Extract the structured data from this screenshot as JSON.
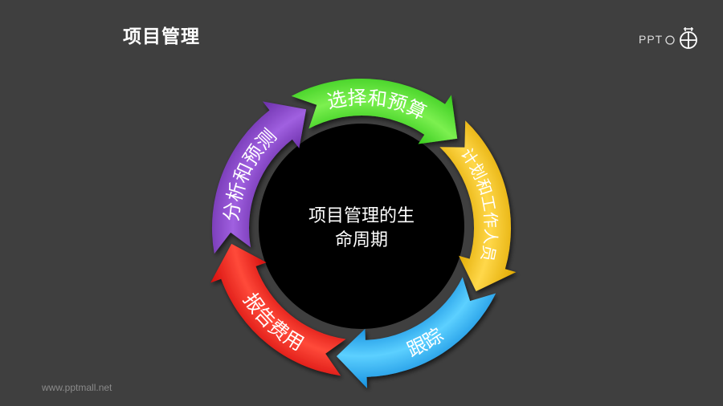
{
  "header": {
    "title": "项目管理"
  },
  "logo": {
    "text": "PPT",
    "icon": "circle-cross-logo-icon"
  },
  "footer": {
    "site": "www.pptmall.net"
  },
  "diagram": {
    "center_lines": [
      "项目管理的生",
      "命周期"
    ],
    "center_color": "#000000",
    "steps": [
      {
        "label": "选择和预算",
        "color": "#33c81a",
        "light": "#7cf050"
      },
      {
        "label": "计划和工作人员",
        "color": "#e0a800",
        "light": "#ffd84a"
      },
      {
        "label": "跟踪",
        "color": "#1690e0",
        "light": "#5cd0ff"
      },
      {
        "label": "报告费用",
        "color": "#d40c0c",
        "light": "#ff4a3a"
      },
      {
        "label": "分析和预测",
        "color": "#6a2ea8",
        "light": "#a060e0"
      }
    ]
  }
}
